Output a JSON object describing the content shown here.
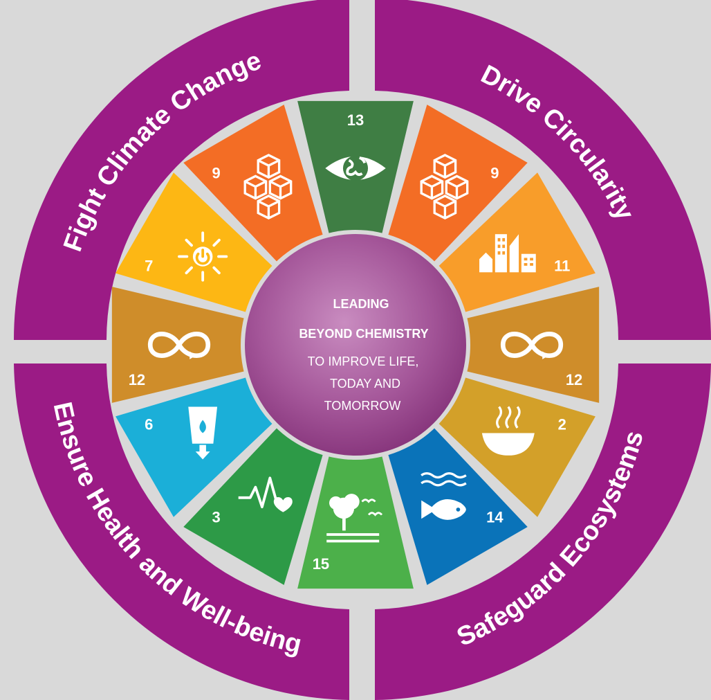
{
  "center": {
    "line1": "LEADING",
    "line2": "BEYOND CHEMISTRY",
    "line3": "TO IMPROVE LIFE,",
    "line4": "TODAY AND",
    "line5": "TOMORROW"
  },
  "quadrants": {
    "top_left": "Fight Climate Change",
    "top_right": "Drive Circularity",
    "bottom_left": "Ensure Health and Well-being",
    "bottom_right": "Safeguard Ecosystems"
  },
  "goals": [
    {
      "number": "13",
      "color": "#3f7e44",
      "icon": "eye-earth-icon"
    },
    {
      "number": "9",
      "color": "#f36d25",
      "icon": "cubes-icon"
    },
    {
      "number": "11",
      "color": "#f89d2a",
      "icon": "city-icon"
    },
    {
      "number": "12",
      "color": "#cf8d2a",
      "icon": "infinity-icon"
    },
    {
      "number": "2",
      "color": "#d3a029",
      "icon": "bowl-icon"
    },
    {
      "number": "14",
      "color": "#0a73b9",
      "icon": "fish-icon"
    },
    {
      "number": "15",
      "color": "#4cb04a",
      "icon": "tree-icon"
    },
    {
      "number": "3",
      "color": "#2d9a47",
      "icon": "heartbeat-icon"
    },
    {
      "number": "6",
      "color": "#1bafd8",
      "icon": "water-icon"
    },
    {
      "number": "12",
      "color": "#cf8d2a",
      "icon": "infinity-icon"
    },
    {
      "number": "7",
      "color": "#fdb714",
      "icon": "sun-power-icon"
    },
    {
      "number": "9",
      "color": "#f36d25",
      "icon": "cubes-icon"
    }
  ],
  "colors": {
    "background": "#d9d9d9",
    "ring": "#9b1b85",
    "center_light": "#c77ab8",
    "center_dark": "#8a2f7d"
  }
}
